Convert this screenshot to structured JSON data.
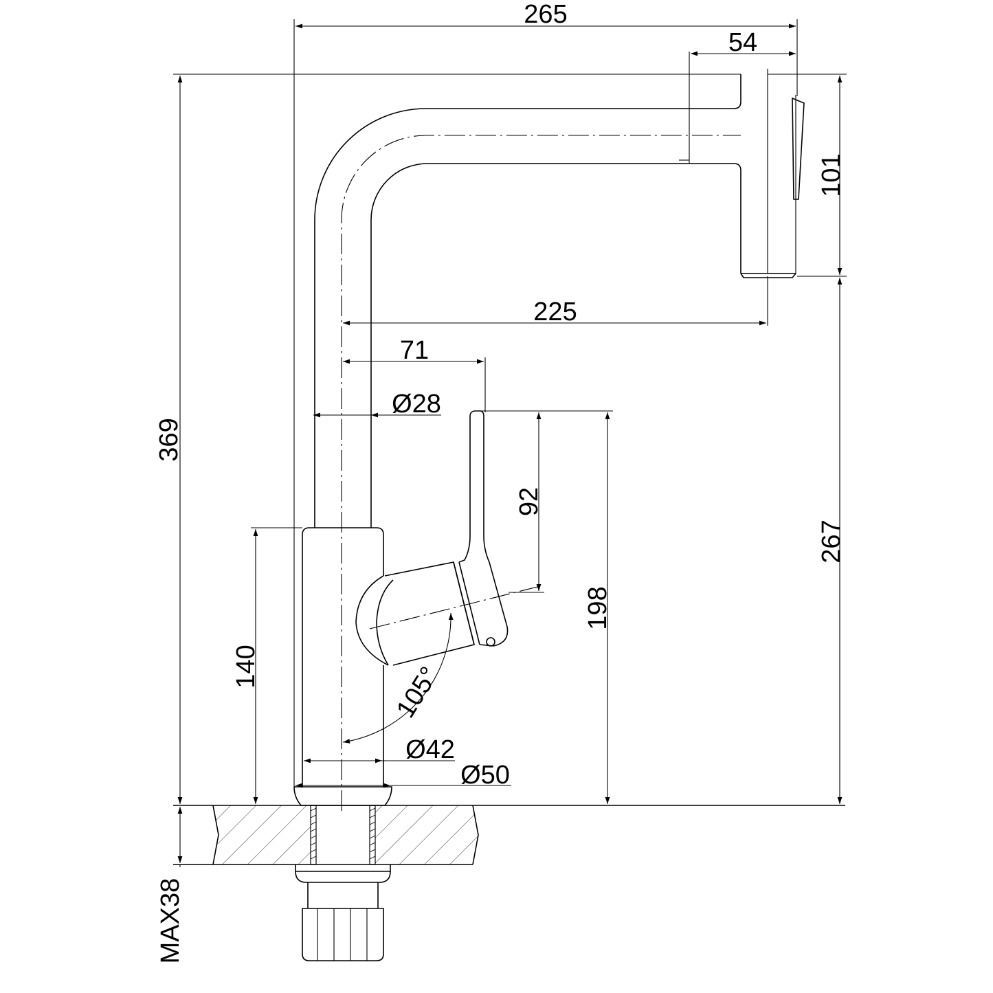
{
  "drawing": {
    "dimensions": {
      "d265": "265",
      "d54": "54",
      "d101": "101",
      "d369": "369",
      "d225": "225",
      "d71": "71",
      "d28": "Ø28",
      "d92": "92",
      "d267": "267",
      "d198": "198",
      "d140": "140",
      "d105": "105°",
      "d42": "Ø42",
      "d50": "Ø50",
      "dmax38": "MAX38"
    }
  }
}
